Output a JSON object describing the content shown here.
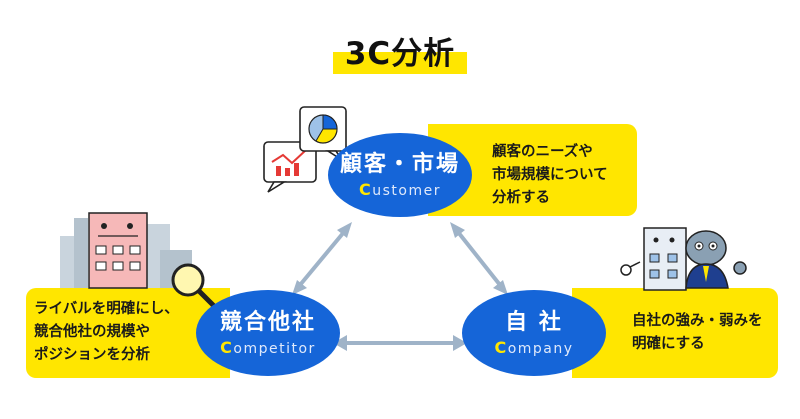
{
  "title": "3C分析",
  "nodes": {
    "customer": {
      "jp": "顧客・市場",
      "en_initial": "C",
      "en_rest": "ustomer",
      "desc": [
        "顧客のニーズや",
        "市場規模について",
        "分析する"
      ]
    },
    "competitor": {
      "jp": "競合他社",
      "en_initial": "C",
      "en_rest": "ompetitor",
      "desc": [
        "ライバルを明確にし、",
        "競合他社の規模や",
        "ポジションを分析"
      ]
    },
    "company": {
      "jp": "自 社",
      "en_initial": "C",
      "en_rest": "ompany",
      "desc": [
        "自社の強み・弱みを",
        "明確にする"
      ]
    }
  },
  "colors": {
    "accent_yellow": "#FFE600",
    "node_blue": "#1565D8",
    "arrow_gray": "#9FB3C8"
  },
  "icons": [
    "chart-bubble-icon",
    "pie-chart-bubble-icon",
    "magnifier-building-icon",
    "company-building-icon",
    "mascot-character-icon"
  ]
}
